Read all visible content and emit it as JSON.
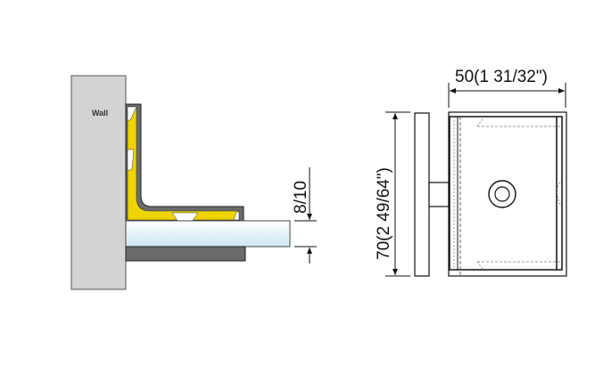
{
  "side_view": {
    "wall_label": "Wall",
    "glass_thickness_label": "8/10"
  },
  "front_view": {
    "width_label": "50(1 31/32\")",
    "height_label": "70(2 49/64\")"
  },
  "colors": {
    "wall": "#d3d3d3",
    "bracket": "#6b6b6b",
    "gasket": "#f0d400",
    "glass": "#dff0f7"
  }
}
